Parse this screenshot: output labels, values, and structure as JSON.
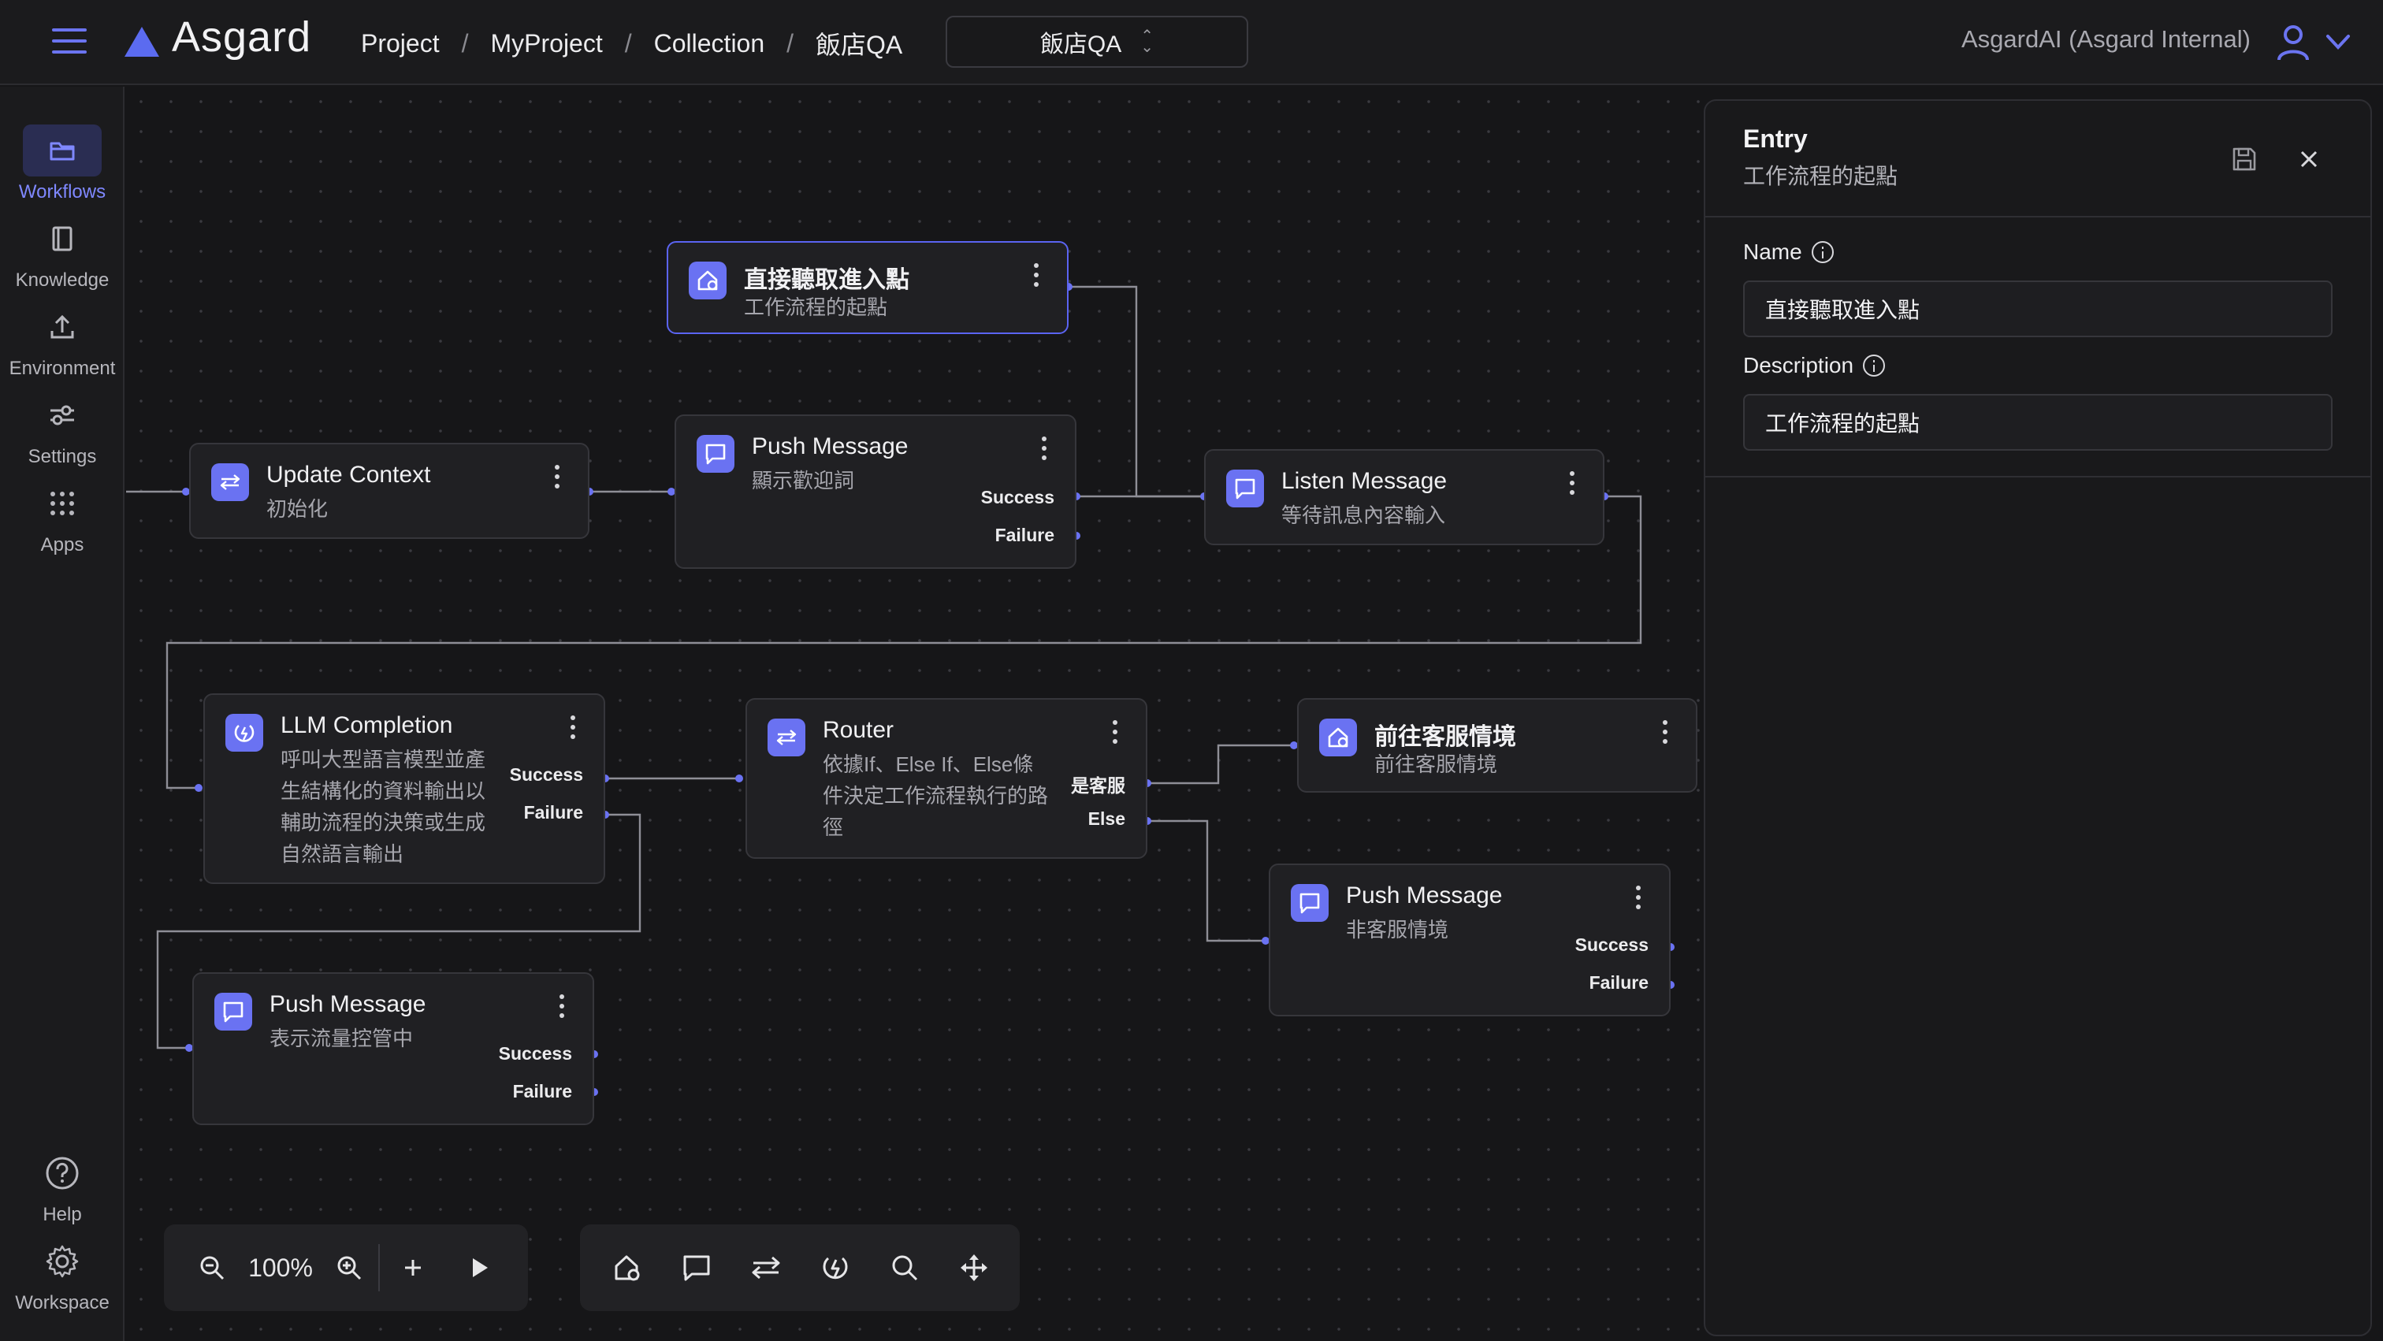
{
  "app": {
    "logo_text": "Asgard",
    "breadcrumbs": [
      "Project",
      "MyProject",
      "Collection",
      "飯店QA"
    ],
    "breadcrumb_sep": "/",
    "collection_select": "飯店QA",
    "org": "AsgardAI (Asgard Internal)"
  },
  "sidebar": {
    "items": [
      {
        "label": "Workflows",
        "icon": "folder-icon",
        "active": true
      },
      {
        "label": "Knowledge",
        "icon": "book-icon"
      },
      {
        "label": "Environment",
        "icon": "upload-icon"
      },
      {
        "label": "Settings",
        "icon": "sliders-icon"
      },
      {
        "label": "Apps",
        "icon": "grid-icon"
      }
    ],
    "bottom": [
      {
        "label": "Help",
        "icon": "help-icon"
      },
      {
        "label": "Workspace",
        "icon": "gear-icon"
      }
    ]
  },
  "nodes": {
    "entry": {
      "title": "直接聽取進入點",
      "sub": "工作流程的起點"
    },
    "update_context": {
      "title": "Update Context",
      "sub": "初始化"
    },
    "push1": {
      "title": "Push Message",
      "sub": "顯示歡迎詞",
      "ports": [
        "Success",
        "Failure"
      ]
    },
    "listen": {
      "title": "Listen Message",
      "sub": "等待訊息內容輸入"
    },
    "llm": {
      "title": "LLM Completion",
      "sub": [
        "呼叫大型語言模型並產",
        "生結構化的資料輸出以",
        "輔助流程的決策或生成",
        "自然語言輸出"
      ],
      "ports": [
        "Success",
        "Failure"
      ]
    },
    "router": {
      "title": "Router",
      "sub": [
        "依據If、Else If、Else條",
        "件決定工作流程執行的路",
        "徑"
      ],
      "ports": [
        "是客服",
        "Else"
      ]
    },
    "goto_cs": {
      "title": "前往客服情境",
      "sub": "前往客服情境"
    },
    "push2": {
      "title": "Push Message",
      "sub": "非客服情境",
      "ports": [
        "Success",
        "Failure"
      ]
    },
    "push3": {
      "title": "Push Message",
      "sub": "表示流量控管中",
      "ports": [
        "Success",
        "Failure"
      ]
    }
  },
  "toolbar": {
    "zoom": "100%",
    "tools": [
      "zoom-out-icon",
      "zoom-in-icon",
      "add-icon",
      "play-icon"
    ],
    "node_tools": [
      "entry-node-icon",
      "message-node-icon",
      "swap-node-icon",
      "llm-node-icon",
      "search-icon",
      "move-icon"
    ]
  },
  "panel": {
    "title": "Entry",
    "subtitle": "工作流程的起點",
    "name_label": "Name",
    "name_value": "直接聽取進入點",
    "description_label": "Description",
    "description_value": "工作流程的起點"
  },
  "colors": {
    "accent": "#5b6bf0",
    "node_icon": "#6a72f2",
    "background": "#161618",
    "edge": "#8e8e96",
    "selected_border": "#5b64f2"
  }
}
